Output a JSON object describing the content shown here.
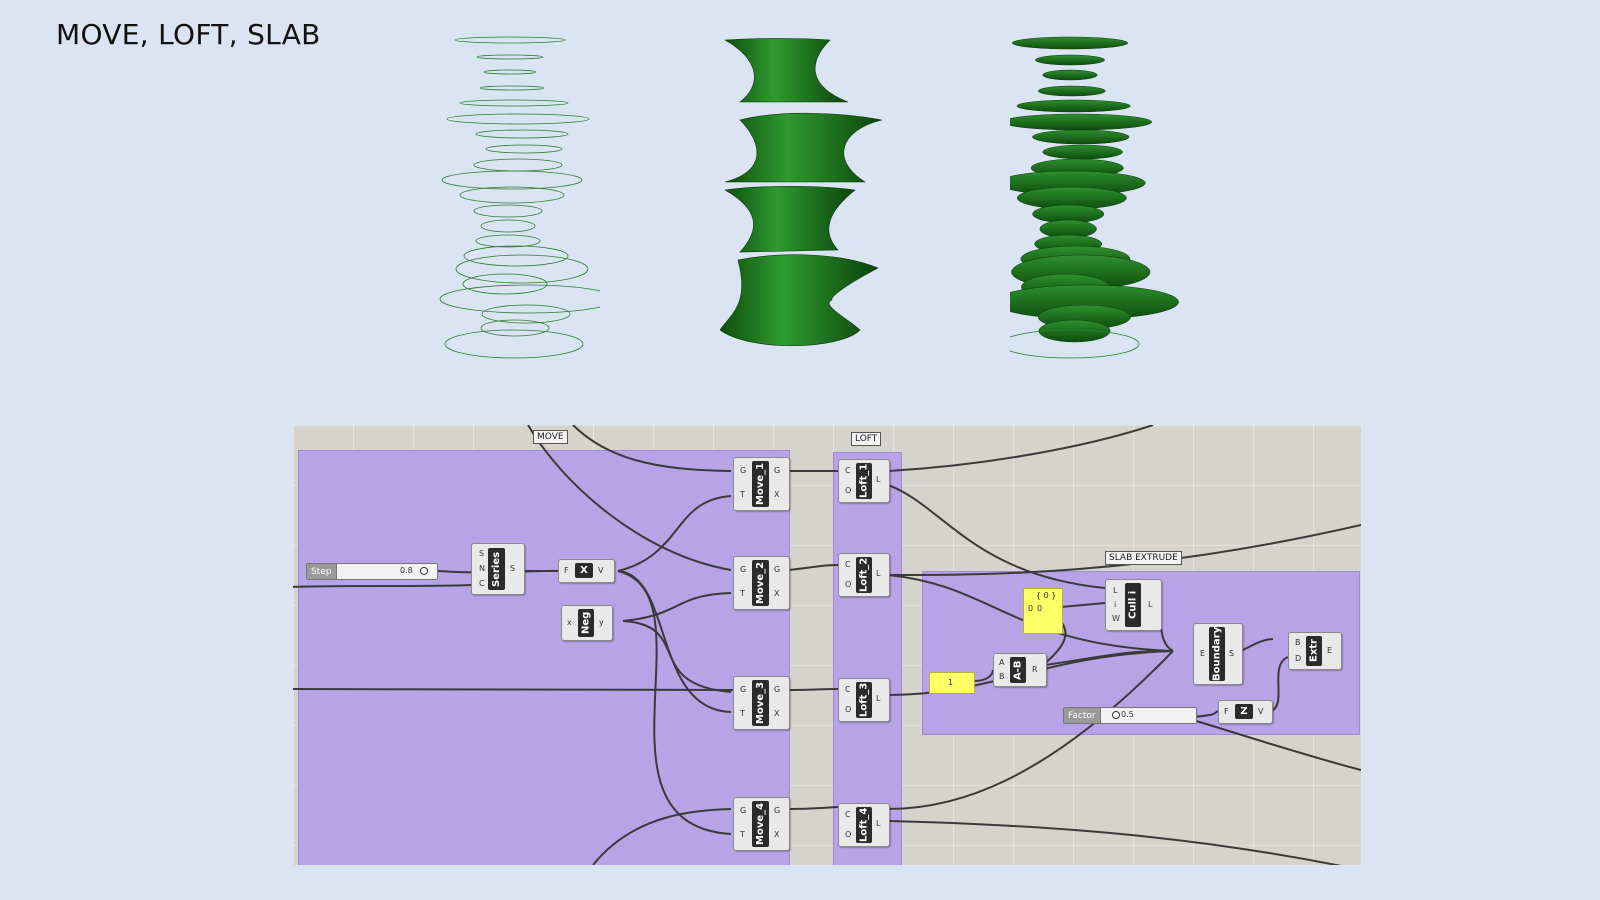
{
  "slide": {
    "title": "MOVE, LOFT, SLAB"
  },
  "colors": {
    "background": "#dbe4f3",
    "canvas": "#d6d3cd",
    "group": "#b8a3e6",
    "solid_green": "#1f7a1f",
    "wire": "#3a3a3a",
    "panel": "#ffff66"
  },
  "views": [
    {
      "name": "curves-view",
      "style": "wireframe circles"
    },
    {
      "name": "loft-view",
      "style": "green lofted surface"
    },
    {
      "name": "slab-view",
      "style": "green extruded slabs"
    }
  ],
  "groups": {
    "move": "MOVE",
    "loft": "LOFT",
    "slab": "SLAB EXTRUDE"
  },
  "components": {
    "series": {
      "name": "Series",
      "inputs": [
        "S",
        "N",
        "C"
      ],
      "outputs": [
        "S"
      ]
    },
    "unit_x": {
      "name": "X",
      "inputs": [
        "F"
      ],
      "outputs": [
        "V"
      ]
    },
    "negative": {
      "name": "Neg",
      "inputs": [
        "x"
      ],
      "outputs": [
        "y"
      ]
    },
    "move_1": {
      "name": "Move_1",
      "inputs": [
        "G",
        "T"
      ],
      "outputs": [
        "G",
        "X"
      ]
    },
    "move_2": {
      "name": "Move_2",
      "inputs": [
        "G",
        "T"
      ],
      "outputs": [
        "G",
        "X"
      ]
    },
    "move_3": {
      "name": "Move_3",
      "inputs": [
        "G",
        "T"
      ],
      "outputs": [
        "G",
        "X"
      ]
    },
    "move_4": {
      "name": "Move_4",
      "inputs": [
        "G",
        "T"
      ],
      "outputs": [
        "G",
        "X"
      ]
    },
    "loft_1": {
      "name": "Loft_1",
      "inputs": [
        "C",
        "O"
      ],
      "outputs": [
        "L"
      ]
    },
    "loft_2": {
      "name": "Loft_2",
      "inputs": [
        "C",
        "O"
      ],
      "outputs": [
        "L"
      ]
    },
    "loft_3": {
      "name": "Loft_3",
      "inputs": [
        "C",
        "O"
      ],
      "outputs": [
        "L"
      ]
    },
    "loft_4": {
      "name": "Loft_4",
      "inputs": [
        "C",
        "O"
      ],
      "outputs": [
        "L"
      ]
    },
    "cull": {
      "name": "Cull i",
      "inputs": [
        "L",
        "i",
        "W"
      ],
      "outputs": [
        "L"
      ]
    },
    "subtract": {
      "name": "A-B",
      "inputs": [
        "A",
        "B"
      ],
      "outputs": [
        "R"
      ]
    },
    "boundary": {
      "name": "Boundary",
      "inputs": [
        "E"
      ],
      "outputs": [
        "S"
      ]
    },
    "extrude": {
      "name": "Extr",
      "inputs": [
        "B",
        "D"
      ],
      "outputs": [
        "E"
      ]
    },
    "unit_z": {
      "name": "Z",
      "inputs": [
        "F"
      ],
      "outputs": [
        "V"
      ]
    }
  },
  "sliders": {
    "step": {
      "label": "Step",
      "value": "0.8"
    },
    "factor": {
      "label": "Factor",
      "value": "0.5"
    }
  },
  "panels": {
    "list_panel": {
      "header": "{ 0 }",
      "item_index": "0",
      "item_value": "0"
    },
    "number_panel": {
      "value": "1"
    }
  }
}
